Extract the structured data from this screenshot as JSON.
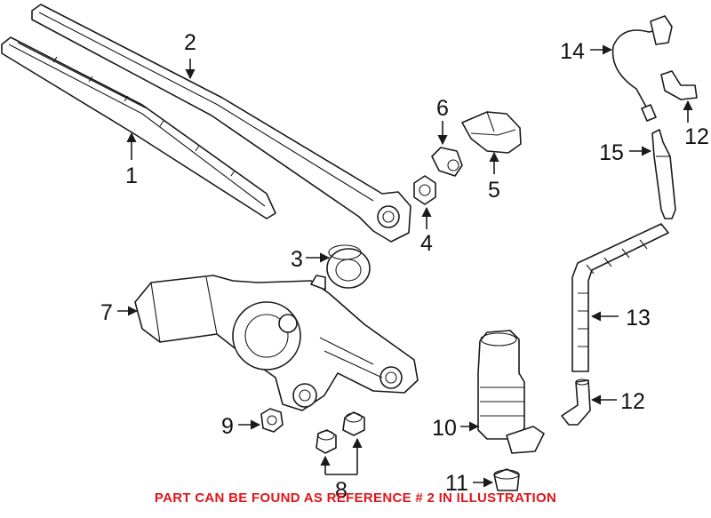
{
  "callouts": {
    "c1": "1",
    "c2": "2",
    "c3": "3",
    "c4": "4",
    "c5": "5",
    "c6": "6",
    "c7": "7",
    "c8": "8",
    "c9": "9",
    "c10": "10",
    "c11": "11",
    "c12a": "12",
    "c12b": "12",
    "c13": "13",
    "c14": "14",
    "c15": "15"
  },
  "footer_note": "PART CAN BE FOUND AS REFERENCE # 2 IN ILLUSTRATION",
  "colors": {
    "note": "#e0151b",
    "line": "#1a1a1a",
    "background": "#ffffff"
  }
}
